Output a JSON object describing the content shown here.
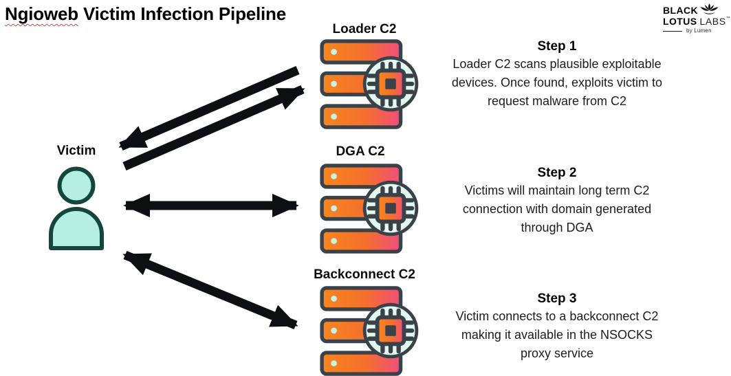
{
  "title": {
    "word_ngioweb": "Ngioweb",
    "rest": "Victim Infection Pipeline"
  },
  "logo": {
    "black": "BLACK",
    "lotus": "LOTUS",
    "labs": "LABS",
    "tm": "™",
    "byline": "by Lumen"
  },
  "victim": {
    "label": "Victim"
  },
  "servers": {
    "loader": {
      "label": "Loader C2"
    },
    "dga": {
      "label": "DGA C2"
    },
    "backconnect": {
      "label": "Backconnect C2"
    }
  },
  "steps": [
    {
      "heading": "Step 1",
      "text": "Loader C2 scans plausible exploitable devices. Once found, exploits victim to request malware from C2"
    },
    {
      "heading": "Step 2",
      "text": "Victims will maintain long term C2 connection with domain generated through DGA"
    },
    {
      "heading": "Step 3",
      "text": "Victim connects to a backconnect C2 making it available in the NSOCKS proxy service"
    }
  ],
  "icons": {
    "person": "victim-person-icon",
    "server": "server-stack-icon",
    "chip": "cpu-chip-icon",
    "lotus": "lotus-flower-icon",
    "arrows": [
      "arrow-loader-to-victim",
      "arrow-victim-to-loader",
      "arrow-victim-dga-bidirectional",
      "arrow-victim-backconnect-bidirectional"
    ]
  },
  "colors": {
    "bar_gradient_start": "#F6861F",
    "bar_gradient_end": "#F04E7C",
    "outline": "#3B4149",
    "mint_dot": "#C9F2E3",
    "chip_circle_bg": "#E1F8F0",
    "victim_fill": "#B5EFE1",
    "victim_stroke": "#15463E",
    "arrow": "#0D1013",
    "spellcheck_underline": "#D64541"
  }
}
